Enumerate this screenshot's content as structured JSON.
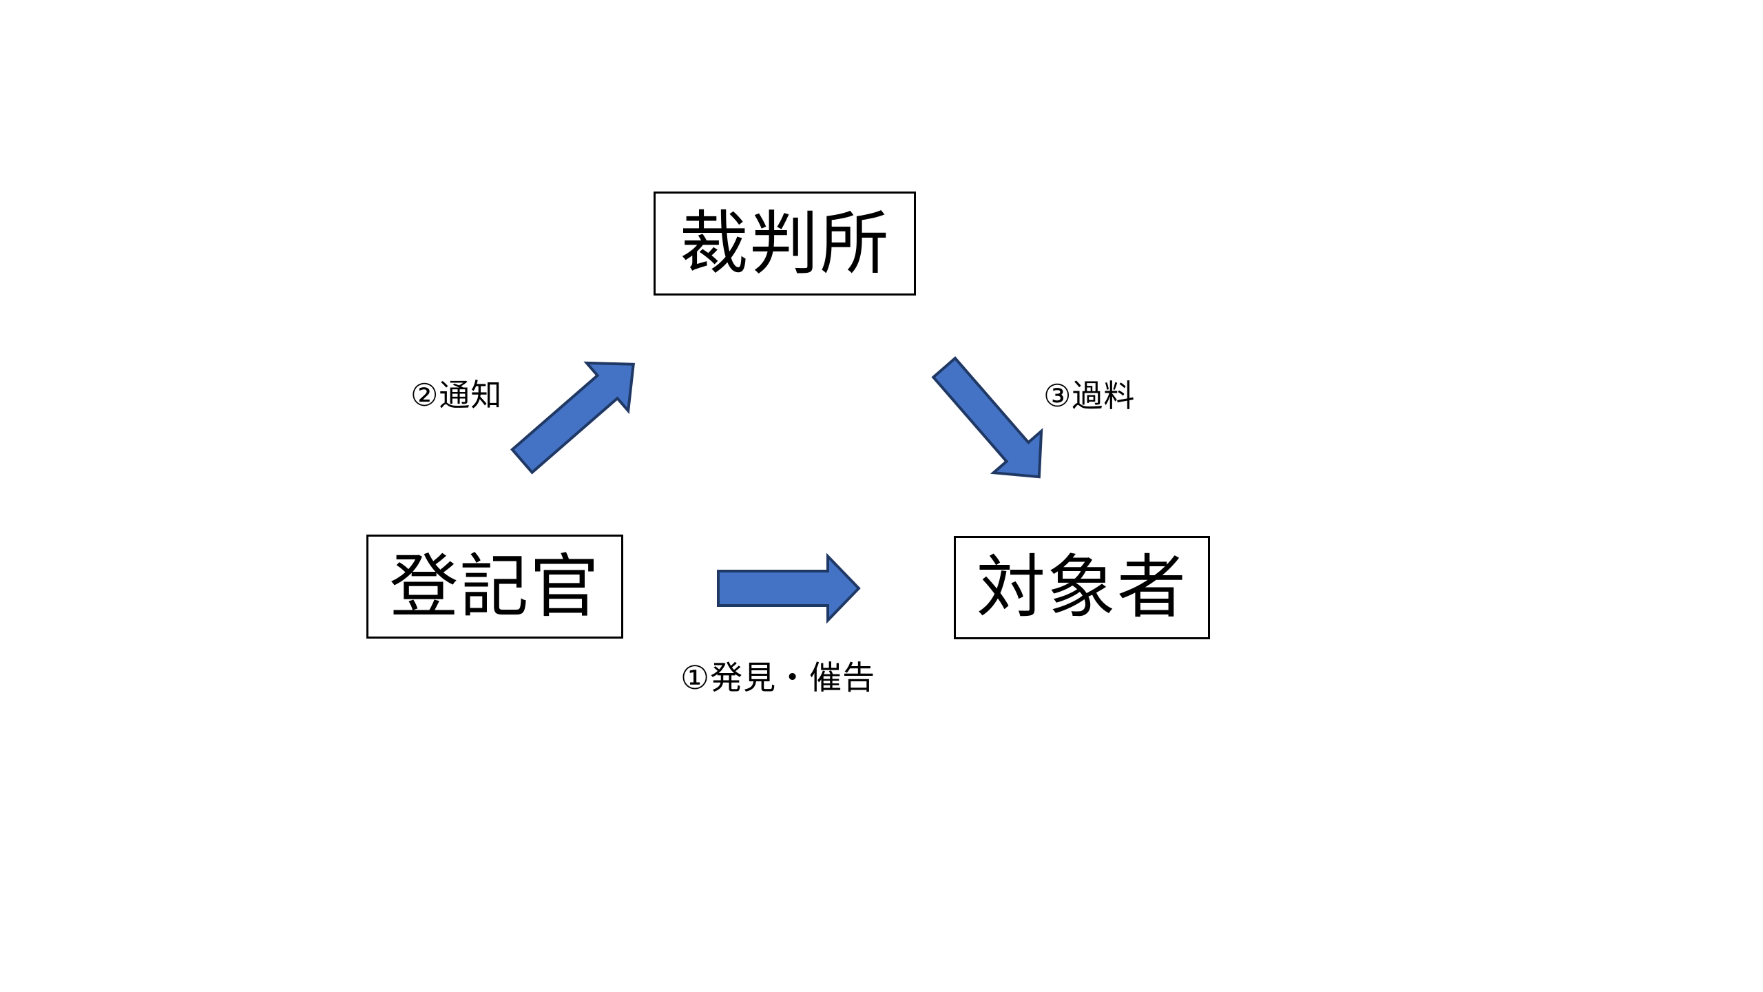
{
  "page": {
    "background": "#ffffff"
  },
  "diagram": {
    "nodes": [
      {
        "id": "court",
        "label": "裁判所"
      },
      {
        "id": "registrar",
        "label": "登記官"
      },
      {
        "id": "subject",
        "label": "対象者"
      }
    ],
    "arrows": [
      {
        "id": "discovery-demand",
        "label": "①発見・催告",
        "from": "registrar",
        "to": "subject",
        "direction": "right"
      },
      {
        "id": "notification",
        "label": "②通知",
        "from": "registrar",
        "to": "court",
        "direction": "up-right"
      },
      {
        "id": "fine",
        "label": "③過料",
        "from": "court",
        "to": "subject",
        "direction": "down-right"
      }
    ],
    "colors": {
      "arrow_fill": "#4472C4",
      "arrow_stroke": "#1F3864",
      "box_border": "#000000",
      "box_background": "#ffffff",
      "text": "#000000"
    }
  }
}
